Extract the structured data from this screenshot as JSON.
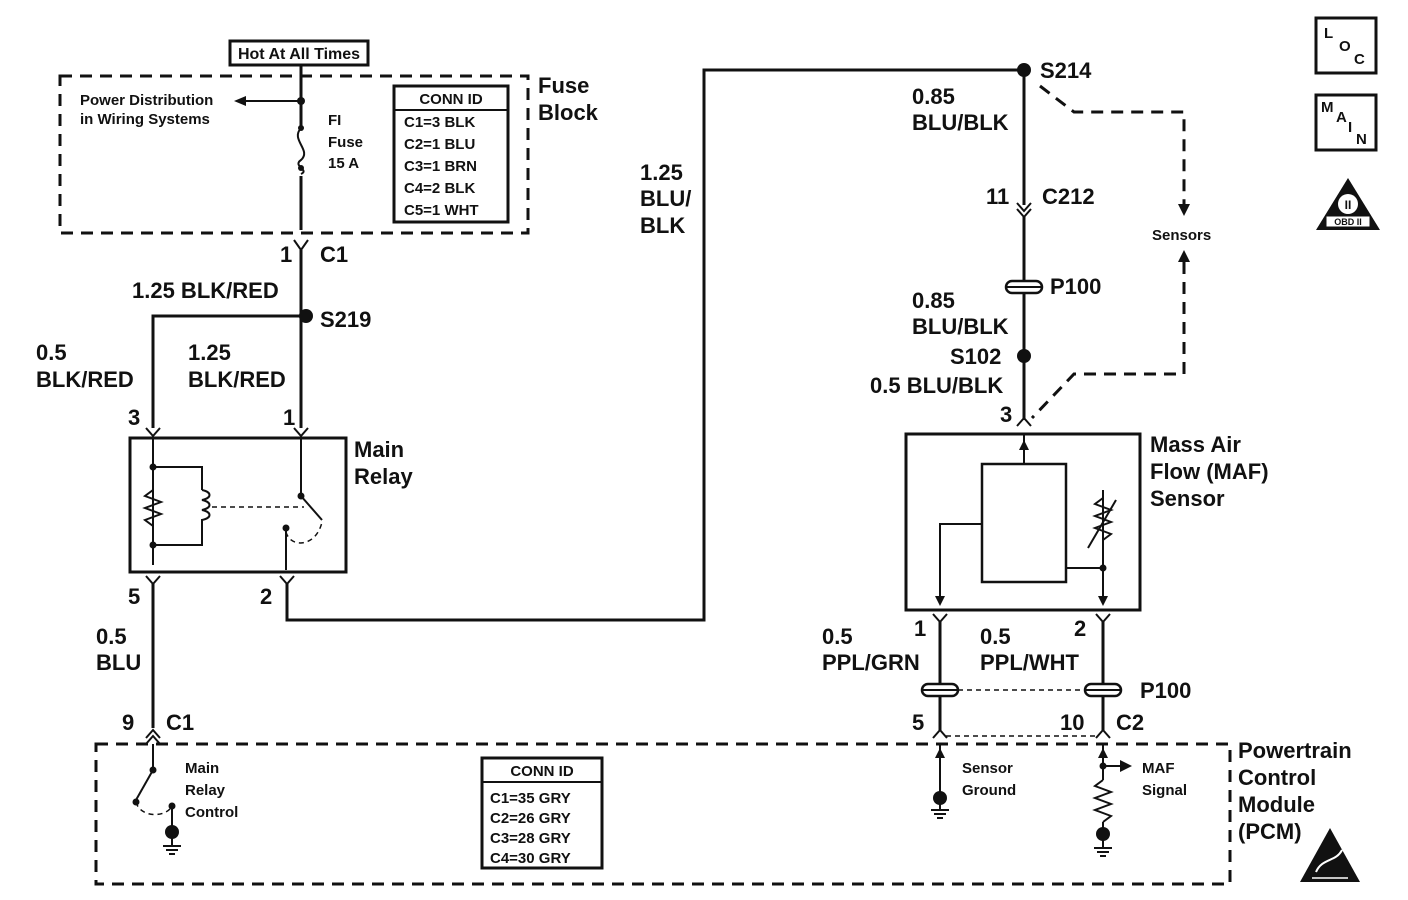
{
  "fuse_block": {
    "hot_label": "Hot At All Times",
    "power_dist_line1": "Power Distribution",
    "power_dist_line2": "in Wiring Systems",
    "fuse_line1": "FI",
    "fuse_line2": "Fuse",
    "fuse_line3": "15 A",
    "name_line1": "Fuse",
    "name_line2": "Block",
    "conn_title": "CONN ID",
    "conn_rows": [
      "C1=3 BLK",
      "C2=1 BLU",
      "C3=1 BRN",
      "C4=2 BLK",
      "C5=1 WHT"
    ],
    "pin": "1",
    "connector": "C1"
  },
  "wires": {
    "w_125_blkred": "1.25 BLK/RED",
    "splice_s219": "S219",
    "w_05_l1": "0.5",
    "w_05_l2": "BLK/RED",
    "w_125b_l1": "1.25",
    "w_125b_l2": "BLK/RED",
    "w_blublk_l1": "1.25",
    "w_blublk_l2": "BLU/",
    "w_blublk_l3": "BLK",
    "w_blu_l1": "0.5",
    "w_blu_l2": "BLU"
  },
  "relay": {
    "name_line1": "Main",
    "name_line2": "Relay",
    "pin3": "3",
    "pin1": "1",
    "pin5": "5",
    "pin2": "2"
  },
  "maf_side": {
    "splice_s214": "S214",
    "w1_l1": "0.85",
    "w1_l2": "BLU/BLK",
    "pin11": "11",
    "c212": "C212",
    "p100_top": "P100",
    "w2_l1": "0.85",
    "w2_l2": "BLU/BLK",
    "splice_s102": "S102",
    "w3": "0.5 BLU/BLK",
    "pin3": "3",
    "sensors": "Sensors",
    "maf_l1": "Mass Air",
    "maf_l2": "Flow (MAF)",
    "maf_l3": "Sensor",
    "pin1": "1",
    "pin2": "2",
    "grn_l1": "0.5",
    "grn_l2": "PPL/GRN",
    "wht_l1": "0.5",
    "wht_l2": "PPL/WHT",
    "p100_bottom": "P100",
    "pin5": "5",
    "pin10": "10",
    "c2": "C2"
  },
  "pcm": {
    "pin9": "9",
    "c1": "C1",
    "relay_ctrl_l1": "Main",
    "relay_ctrl_l2": "Relay",
    "relay_ctrl_l3": "Control",
    "conn_title": "CONN ID",
    "conn_rows": [
      "C1=35 GRY",
      "C2=26 GRY",
      "C3=28 GRY",
      "C4=30 GRY"
    ],
    "sensor_ground_l1": "Sensor",
    "sensor_ground_l2": "Ground",
    "maf_signal_l1": "MAF",
    "maf_signal_l2": "Signal",
    "name_l1": "Powertrain",
    "name_l2": "Control",
    "name_l3": "Module",
    "name_l4": "(PCM)"
  },
  "icons": {
    "loc_l": "L",
    "loc_o": "O",
    "loc_c": "C",
    "main_m": "M",
    "main_a": "A",
    "main_i": "I",
    "main_n": "N",
    "obd_label": "OBD II",
    "obd_symbol": "II"
  }
}
